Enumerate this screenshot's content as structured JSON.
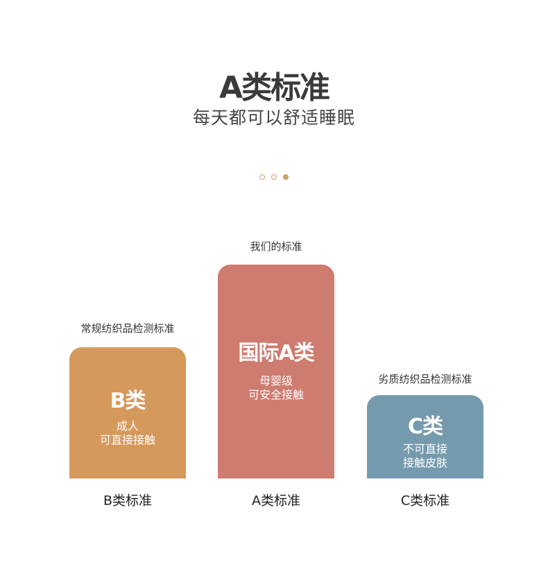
{
  "header": {
    "title": "A类标准",
    "subtitle": "每天都可以舒适睡眠"
  },
  "pager": {
    "count": 3,
    "active": 2
  },
  "colors": {
    "b": "#d6995c",
    "a": "#ce7b70",
    "c": "#759aad",
    "accent": "#c9a06e"
  },
  "columns": {
    "b": {
      "caption": "常规纺织品检测标准",
      "grade": "B类",
      "desc1": "成人",
      "desc2": "可直接接触",
      "label": "B类标准"
    },
    "a": {
      "caption": "我们的标准",
      "grade": "国际A类",
      "desc1": "母婴级",
      "desc2": "可安全接触",
      "label": "A类标准"
    },
    "c": {
      "caption": "劣质纺织品检测标准",
      "grade": "C类",
      "desc1": "不可直接",
      "desc2": "接触皮肤",
      "label": "C类标准"
    }
  }
}
